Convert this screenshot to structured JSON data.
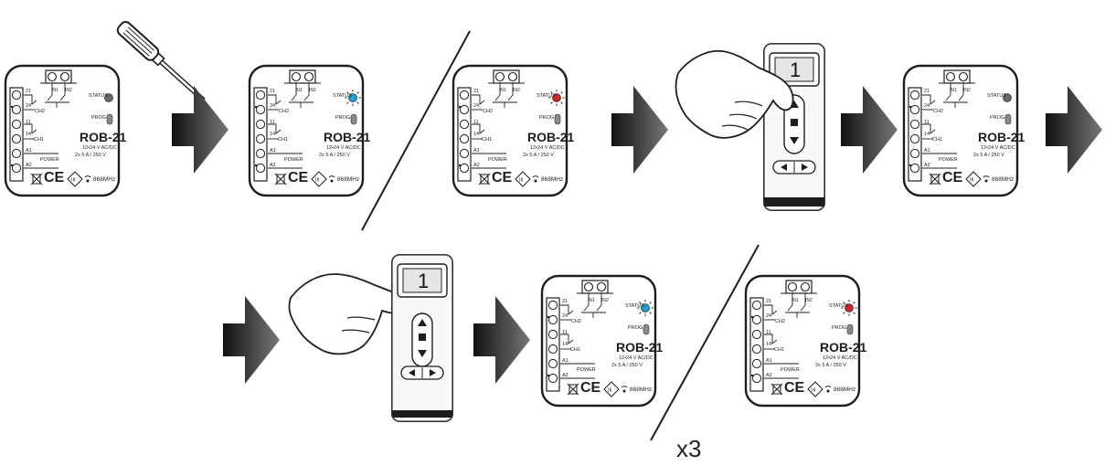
{
  "device": {
    "model": "ROB-21",
    "status_label": "STATUS",
    "prog_label": "PROG.",
    "voltage": "12•24 V AC/DC",
    "load": "2x 5 A / 250 V",
    "power_label": "POWER",
    "in1": "IN1",
    "in2": "IN2",
    "term_21": "21",
    "term_24": "24",
    "term_11": "11",
    "term_14": "14",
    "ch2": "CH2",
    "ch1": "CH1",
    "a1": "A1",
    "a2": "A2",
    "freq": "868MHz",
    "ce": "CE"
  },
  "led_colors": {
    "off": "#6b6b6b",
    "blue": "#1aa3d9",
    "red": "#d8232a"
  },
  "remote": {
    "channel": "1"
  },
  "repeat_label": "x3",
  "icons": [
    "screwdriver-icon",
    "hand-icon",
    "arrow-right-icon",
    "remote-control-icon"
  ],
  "steps": [
    {
      "device_led": "off",
      "tool": "screwdriver"
    },
    {
      "device_led": "blue"
    },
    {
      "device_led": "red"
    },
    {
      "remote_button": "stop"
    },
    {
      "device_led": "off"
    },
    {
      "remote_button": "up-down"
    },
    {
      "device_led": "blue"
    },
    {
      "device_led": "red",
      "repeat": "x3"
    }
  ]
}
